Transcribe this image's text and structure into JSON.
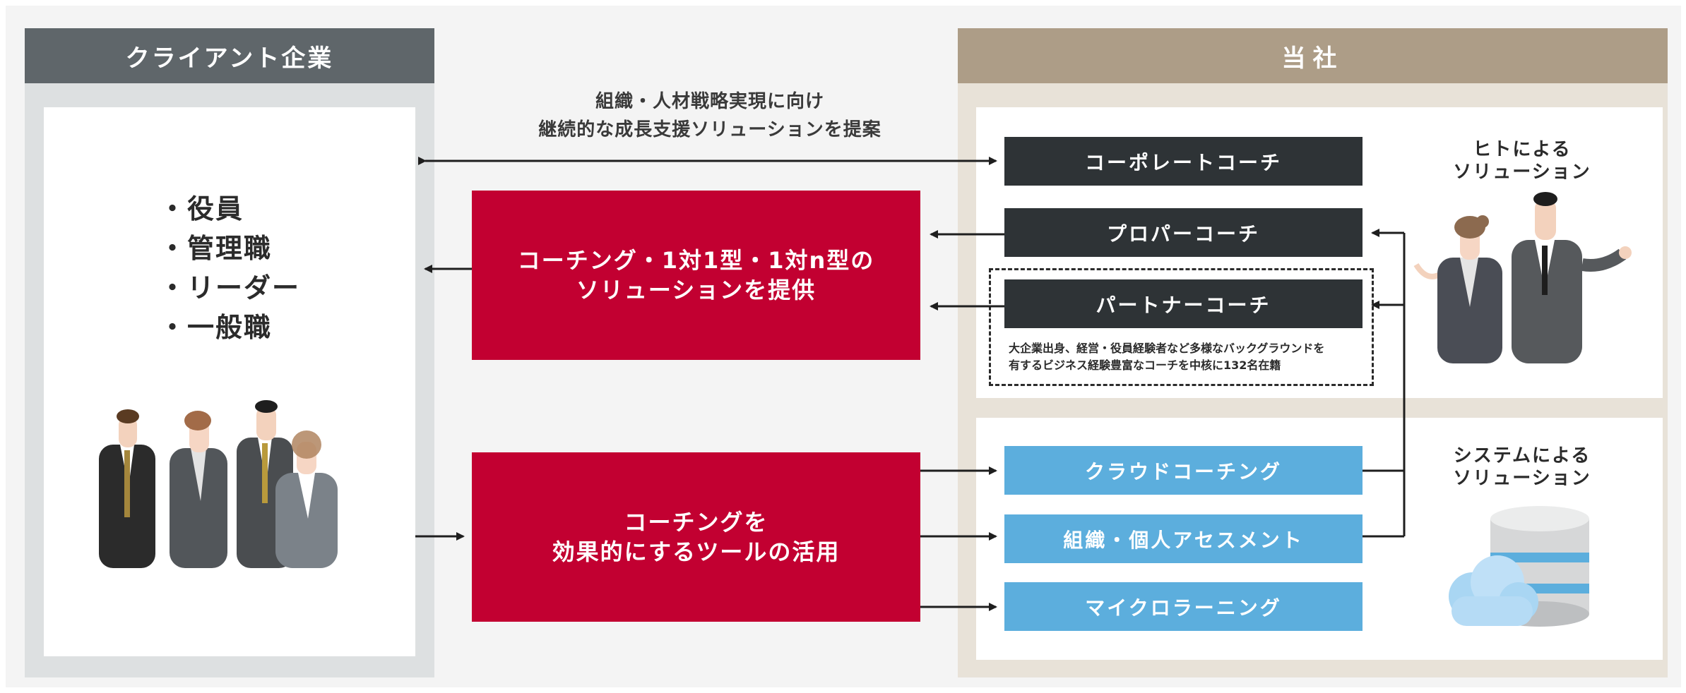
{
  "client": {
    "header": "クライアント企業",
    "roles": [
      "・役員",
      "・管理職",
      "・リーダー",
      "・一般職"
    ]
  },
  "company": {
    "header": "当社",
    "people_solution_label": "ヒトによる\nソリューション",
    "system_solution_label": "システムによる\nソリューション",
    "coaches": {
      "corporate": "コーポレートコーチ",
      "proper": "プロパーコーチ",
      "partner": "パートナーコーチ",
      "partner_note_line1": "大企業出身、経営・役員経験者など多様なバックグラウンドを",
      "partner_note_line2": "有するビジネス経験豊富なコーチを中核に132名在籍"
    },
    "tools": {
      "cloud": "クラウドコーチング",
      "assessment": "組織・個人アセスメント",
      "microlearning": "マイクロラーニング"
    }
  },
  "flow": {
    "proposal_line1": "組織・人材戦略実現に向け",
    "proposal_line2": "継続的な成長支援ソリューションを提案",
    "coaching_box_line1": "コーチング・1対1型・1対n型の",
    "coaching_box_line2": "ソリューションを提供",
    "tools_box_line1": "コーチングを",
    "tools_box_line2": "効果的にするツールの活用"
  },
  "colors": {
    "client_header": "#5f666a",
    "company_header": "#ad9d87",
    "red_box": "#c20031",
    "dark_box": "#2e3336",
    "blue_box": "#5caedd"
  },
  "icons": [
    "executives-group-illustration",
    "business-people-illustration",
    "database-cloud-illustration"
  ]
}
